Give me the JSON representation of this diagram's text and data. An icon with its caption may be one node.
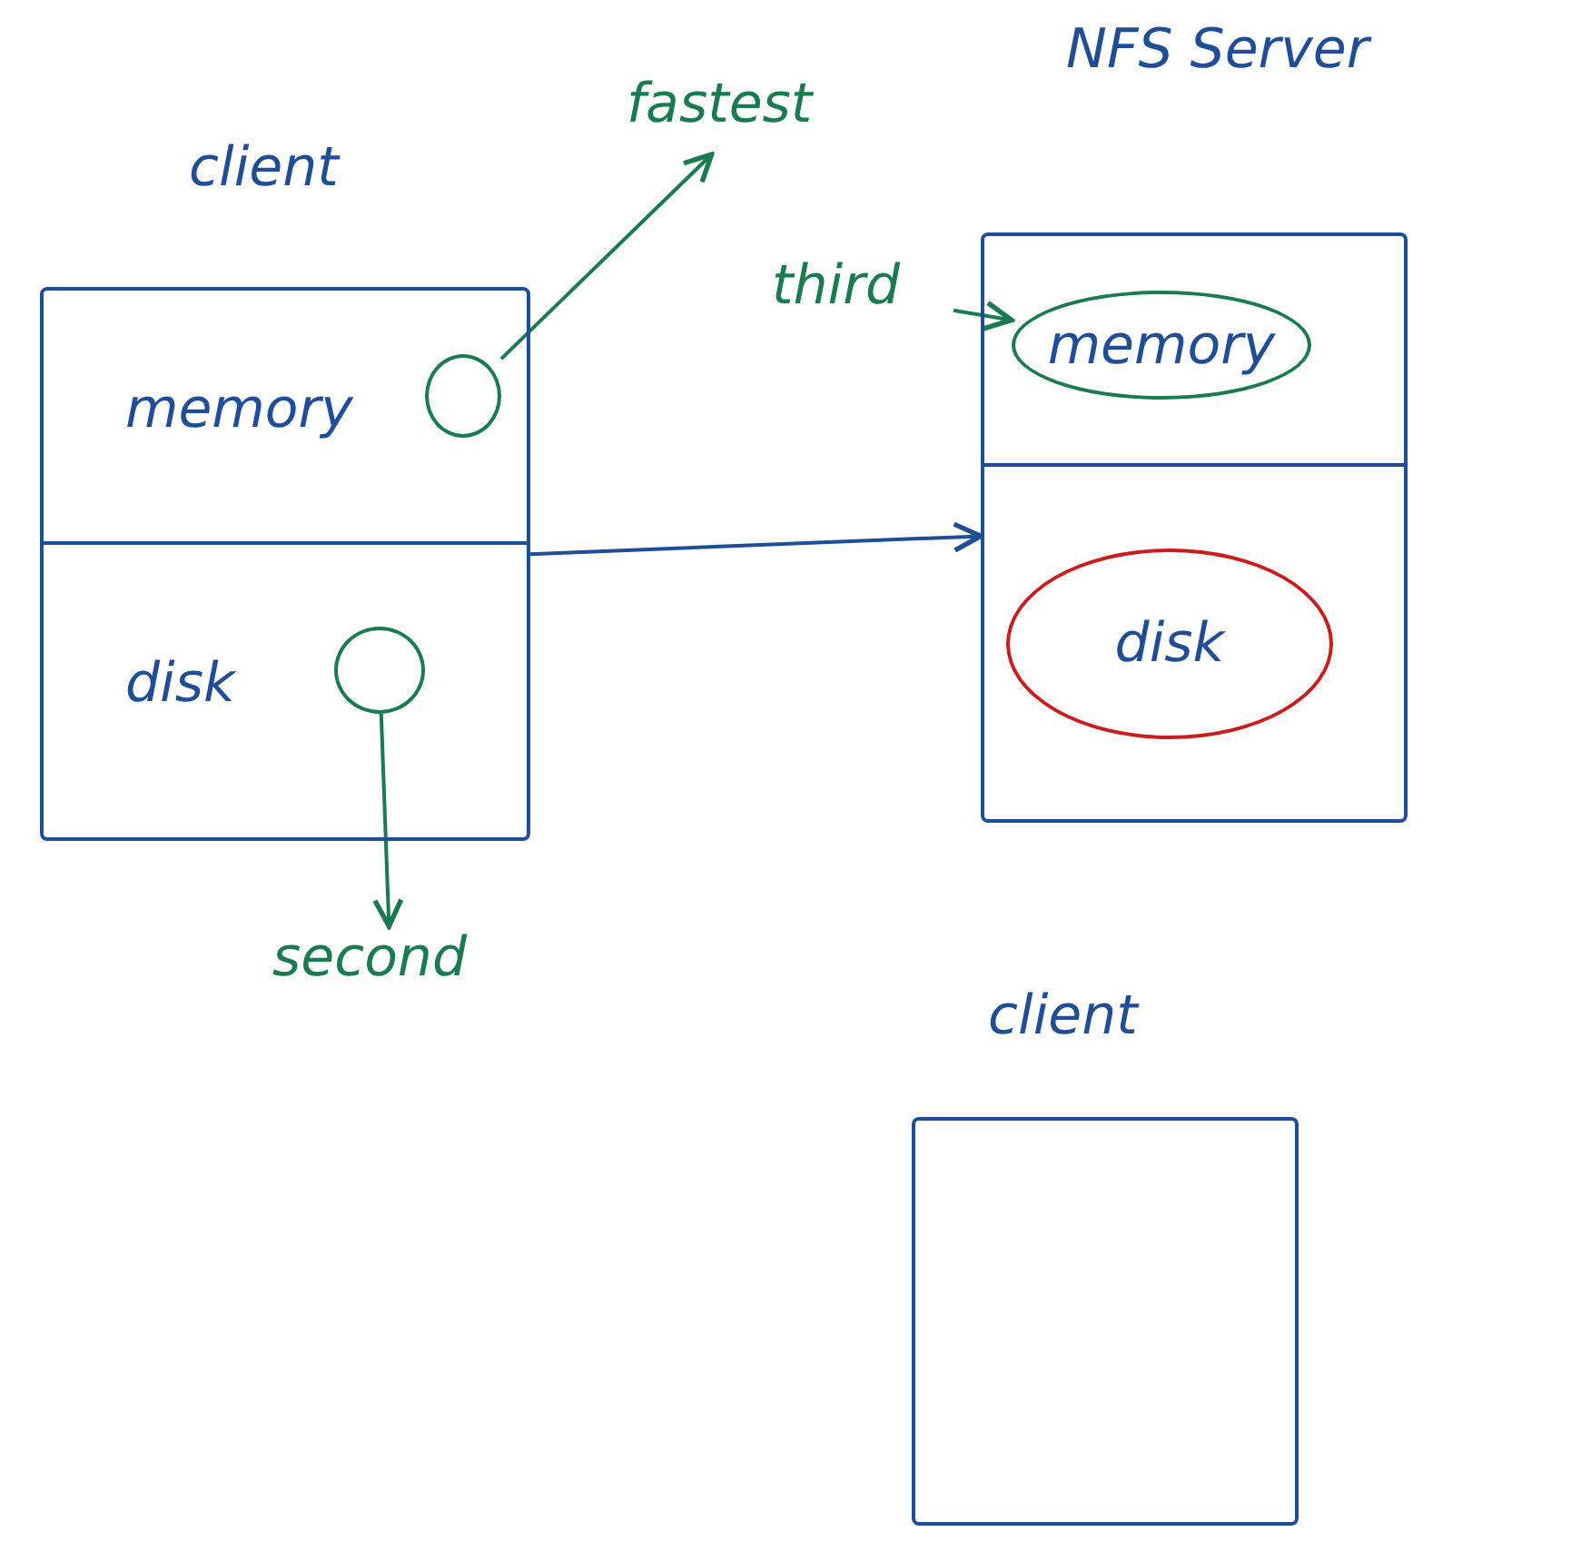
{
  "diagram": {
    "nodes": [
      {
        "text": [
          "client"
        ]
      },
      {
        "text": [
          "memory"
        ],
        "in": 0
      },
      {
        "text": [],
        "shape": "circle",
        "in": 1
      },
      {
        "text": [
          "disk"
        ],
        "in": 0
      },
      {
        "text": [],
        "shape": "circle",
        "in": 3
      },
      {
        "text": [
          "fastest"
        ]
      },
      {
        "text": [
          "second"
        ]
      },
      {
        "text": [
          "NFS Server"
        ]
      },
      {
        "text": [
          "third"
        ]
      },
      {
        "text": [
          "memory"
        ],
        "in": 7
      },
      {
        "text": [
          "disk"
        ],
        "in": 7
      },
      {
        "text": [
          "client"
        ]
      }
    ],
    "edges": [
      {
        "from": 2,
        "to": 5,
        "arrow": "to"
      },
      {
        "from": 4,
        "to": 6,
        "arrow": "to"
      },
      {
        "from": 0,
        "to": 7,
        "arrow": "to",
        "color": "#1f4e96"
      },
      {
        "from": 8,
        "to": 9,
        "arrow": "to"
      }
    ]
  }
}
